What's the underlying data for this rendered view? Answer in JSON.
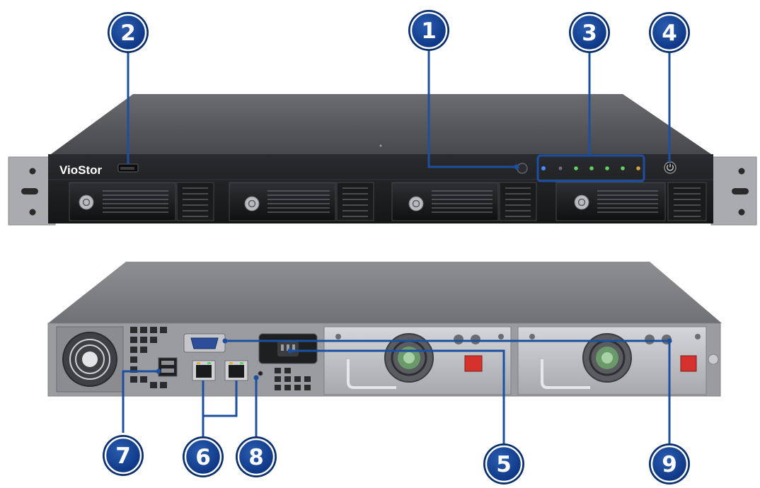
{
  "brand": "VioStor",
  "colors": {
    "callout_fill": "#0d3e8c",
    "callout_ring": "#0a2f6a",
    "leader_line": "#1d4fa0",
    "chassis_top": "#5a5c60",
    "chassis_front": "#1c1d1f",
    "bracket": "#a9abaf",
    "psu": "#bfc1c4",
    "status_led_blue": "#4a8cff",
    "status_led_green": "#5fd35f",
    "power_switch_red": "#d5322e"
  },
  "icons": {
    "power_button": "power-button-icon",
    "tray_lock": "tray-lock-icon",
    "fan": "fan-icon"
  },
  "callouts": [
    {
      "id": "c1",
      "number": "1"
    },
    {
      "id": "c2",
      "number": "2"
    },
    {
      "id": "c3",
      "number": "3"
    },
    {
      "id": "c4",
      "number": "4"
    },
    {
      "id": "c5",
      "number": "5"
    },
    {
      "id": "c6",
      "number": "6"
    },
    {
      "id": "c7",
      "number": "7"
    },
    {
      "id": "c8",
      "number": "8"
    },
    {
      "id": "c9",
      "number": "9"
    }
  ]
}
